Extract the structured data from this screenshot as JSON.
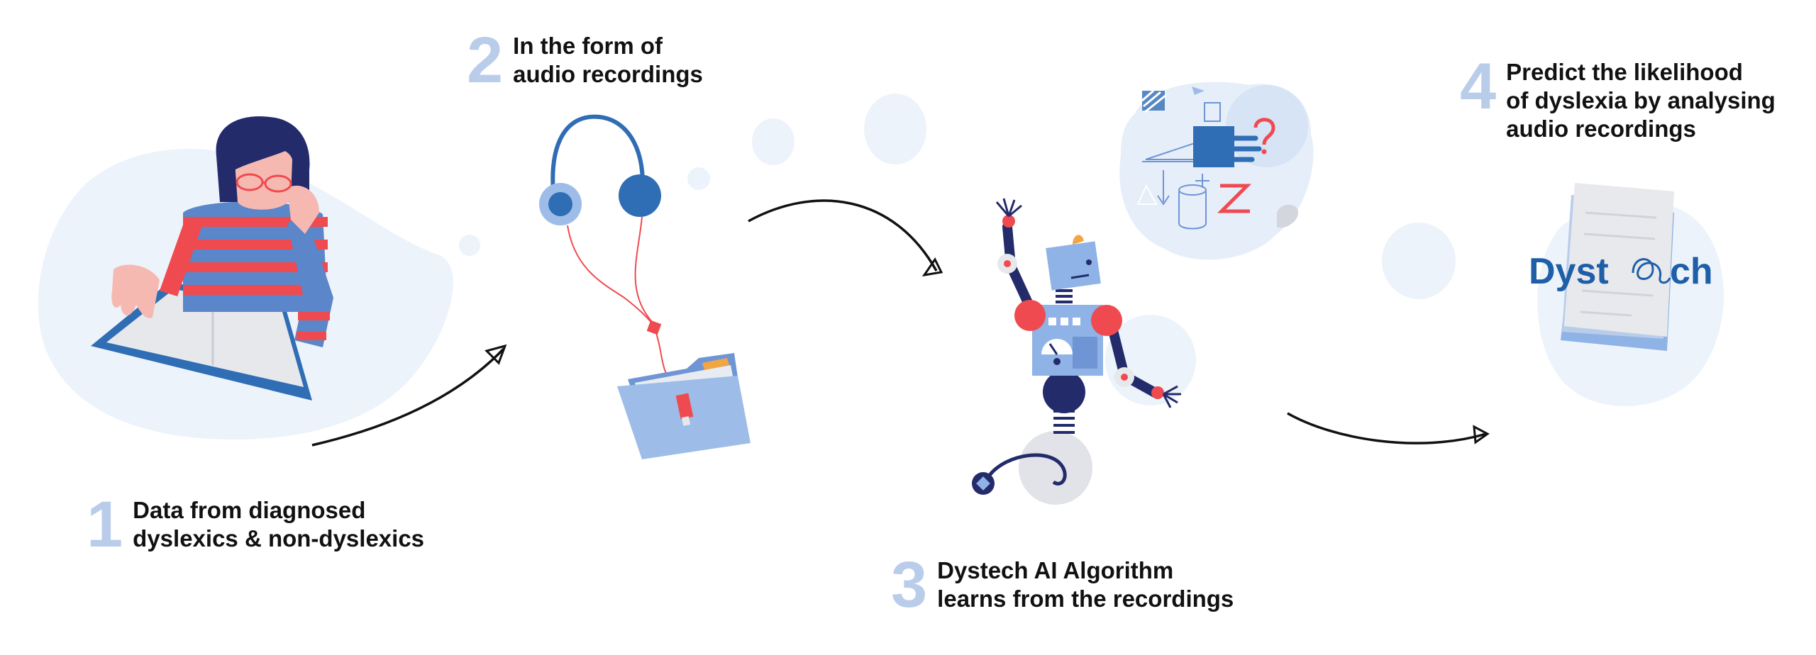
{
  "steps": [
    {
      "number": "1",
      "line1": "Data from diagnosed",
      "line2": "dyslexics & non-dyslexics"
    },
    {
      "number": "2",
      "line1": "In the form of",
      "line2": "audio recordings"
    },
    {
      "number": "3",
      "line1": "Dystech AI Algorithm",
      "line2": "learns from the recordings"
    },
    {
      "number": "4",
      "line1": "Predict the likelihood",
      "line2": "of dyslexia by analysing",
      "line3": "audio recordings"
    }
  ],
  "brand": {
    "name_left": "Dyst",
    "name_right": "ch"
  },
  "colors": {
    "accent_blue": "#2f6db5",
    "number_blue": "#b9cdea",
    "blob": "#edf3fb",
    "red": "#ef4a4f",
    "navy": "#232b6b",
    "arrow": "#111111"
  },
  "icons": [
    "student-illustration",
    "headphones-icon",
    "folder-icon",
    "robot-illustration",
    "thought-cloud-icon",
    "document-stack-icon"
  ]
}
